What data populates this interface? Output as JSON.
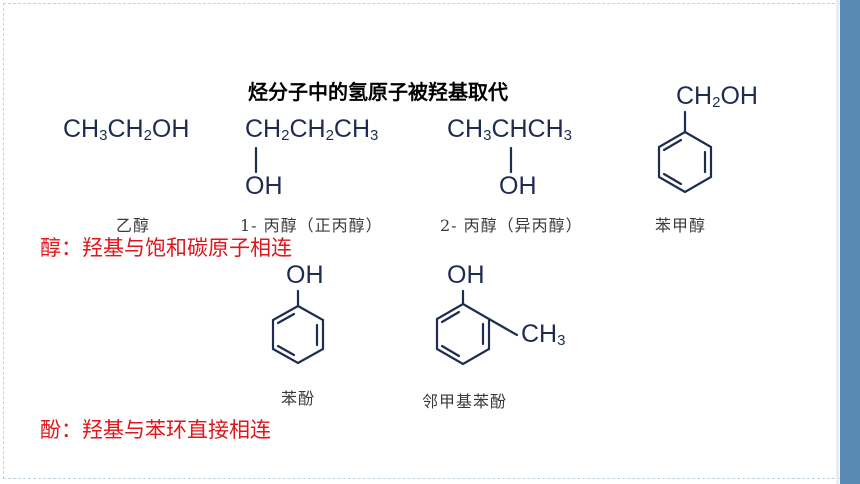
{
  "headline": "烃分子中的氢原子被羟基取代",
  "alcohols": [
    {
      "formula_parts": [
        "CH",
        "3",
        "CH",
        "2",
        "OH"
      ],
      "caption": "乙醇"
    },
    {
      "formula_parts": [
        "CH",
        "2",
        "CH",
        "2",
        "CH",
        "3"
      ],
      "substituent": "OH",
      "caption": "1- 丙醇（正丙醇）"
    },
    {
      "formula_parts": [
        "CH",
        "3",
        "CHCH",
        "3"
      ],
      "substituent": "OH",
      "caption": "2- 丙醇（异丙醇）"
    },
    {
      "formula_parts": [
        "CH",
        "2",
        "OH"
      ],
      "caption": "苯甲醇"
    }
  ],
  "alcohol_definition": "醇：羟基与饱和碳原子相连",
  "phenols": [
    {
      "substituent": "OH",
      "caption": "苯酚"
    },
    {
      "substituent": "OH",
      "methyl_parts": [
        "CH",
        "3"
      ],
      "caption": "邻甲基苯酚"
    }
  ],
  "phenol_definition": "酚：羟基与苯环直接相连",
  "colors": {
    "red": "#e0161b",
    "structure": "#1d2c4f",
    "accent_bar": "#5b89b6"
  }
}
